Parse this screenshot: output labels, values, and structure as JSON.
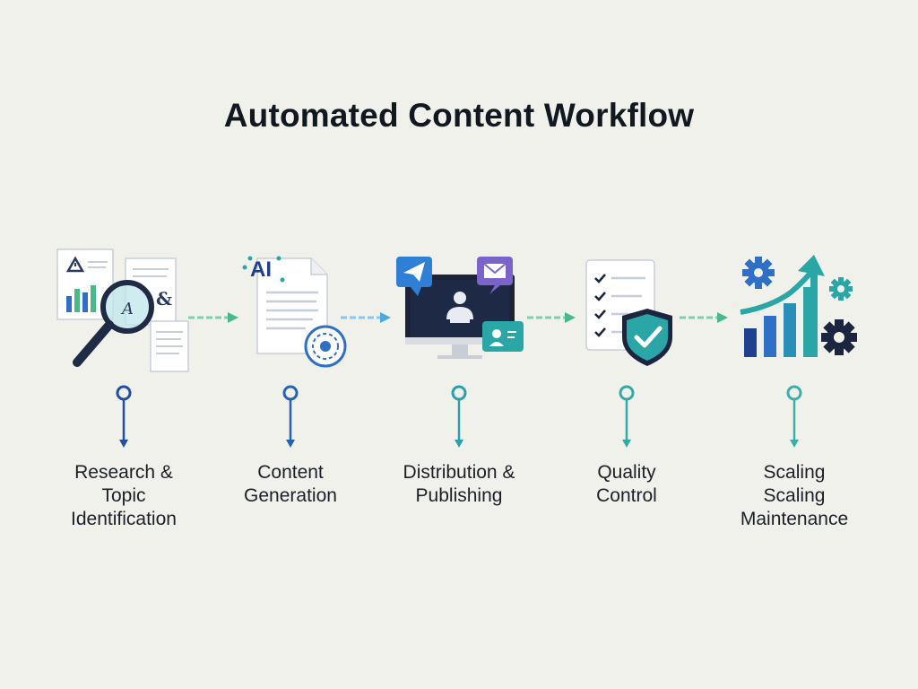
{
  "title": "Automated Content Workflow",
  "colors": {
    "navy": "#1f3f8f",
    "blue": "#2f6fc6",
    "teal": "#2aa6a6",
    "green": "#49b88a",
    "dark": "#1b2540"
  },
  "steps": [
    {
      "id": "research",
      "label_lines": [
        "Research &",
        "Topic",
        "Identification"
      ],
      "icon": "magnifier-documents-icon"
    },
    {
      "id": "generation",
      "label_lines": [
        "Content",
        "Generation"
      ],
      "icon": "ai-document-icon",
      "icon_text": "AI"
    },
    {
      "id": "distribution",
      "label_lines": [
        "Distribution &",
        "Publishing"
      ],
      "icon": "monitor-publishing-icon"
    },
    {
      "id": "quality",
      "label_lines": [
        "Quality",
        "Control"
      ],
      "icon": "checklist-shield-icon"
    },
    {
      "id": "scaling",
      "label_lines": [
        "Scaling",
        "Scaling",
        "Maintenance"
      ],
      "icon": "growth-chart-gears-icon"
    }
  ]
}
